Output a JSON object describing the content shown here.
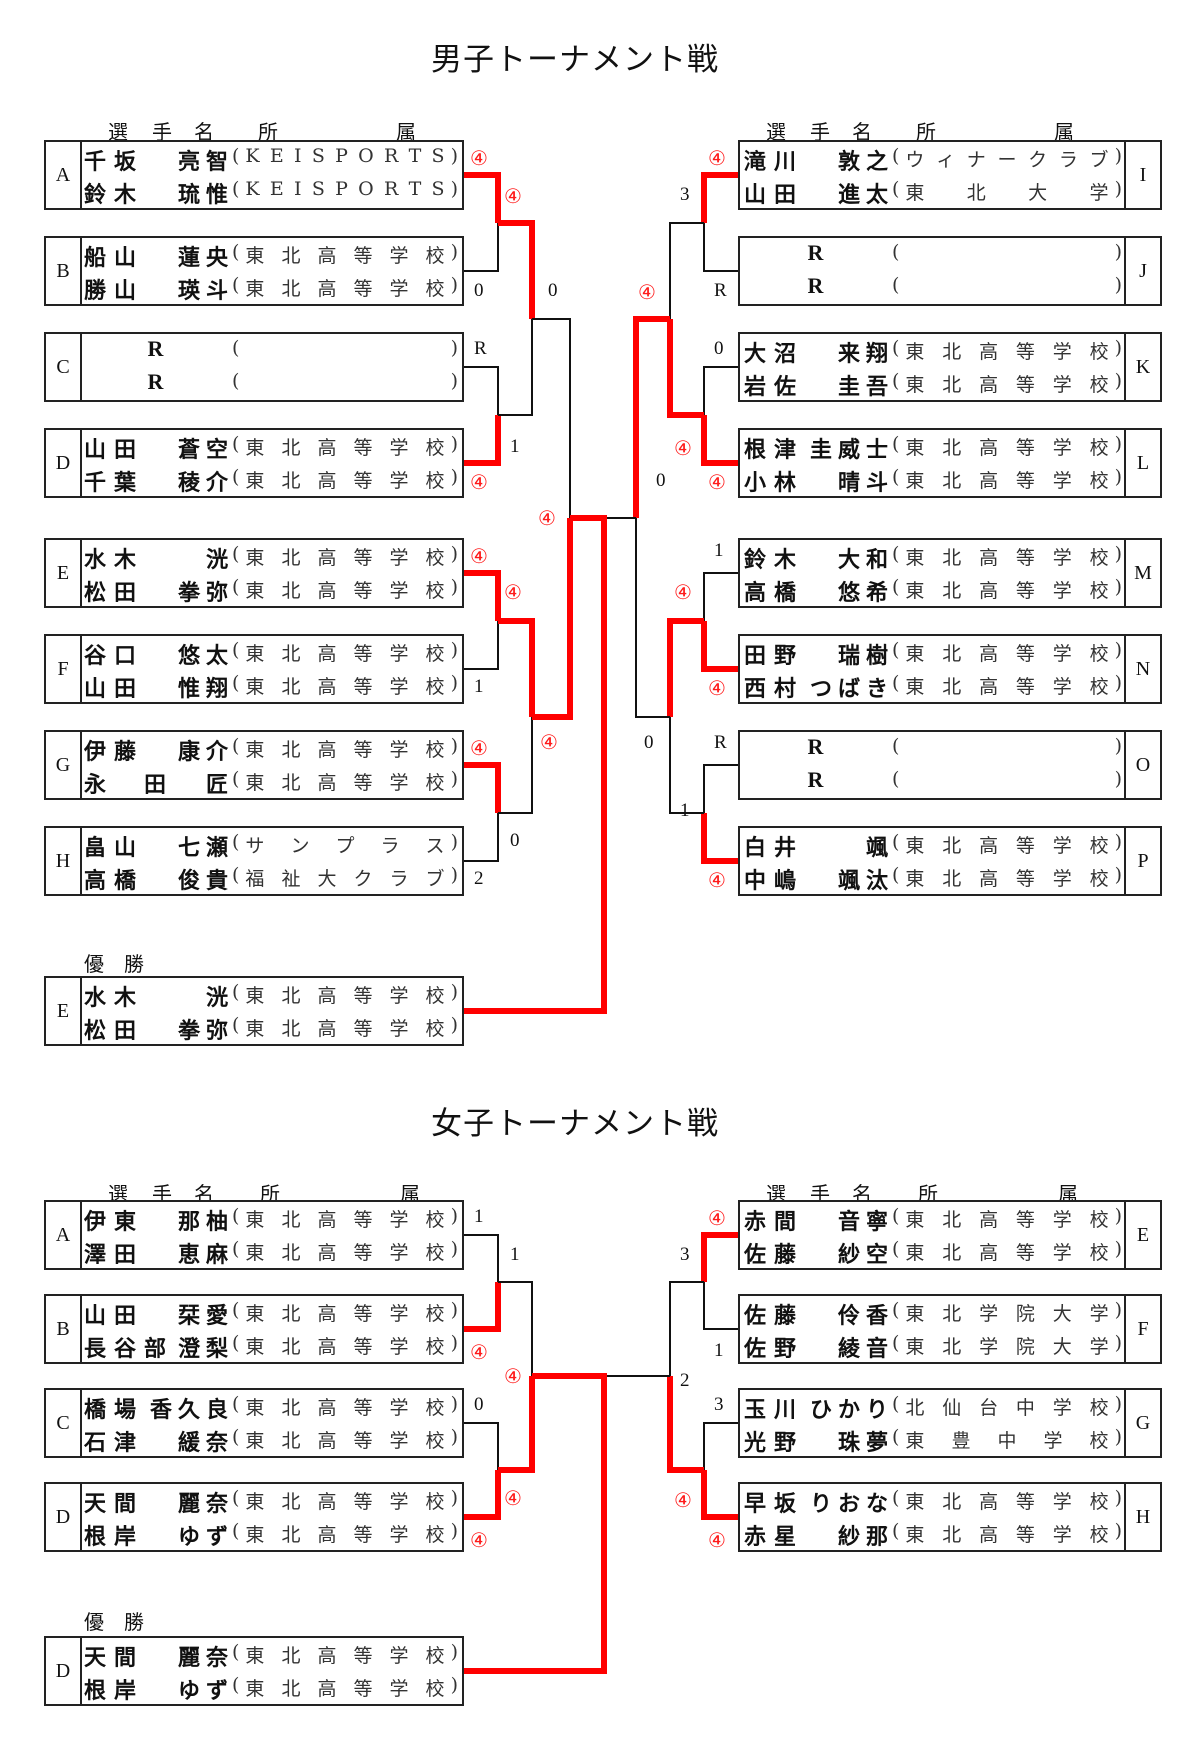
{
  "men": {
    "title": "男子トーナメント戦",
    "header": {
      "col1": "選",
      "col2": "手",
      "col3": "名",
      "col4": "所",
      "col5": "属"
    },
    "left": [
      {
        "seed": "A",
        "players": [
          [
            "千坂",
            "亮智",
            "KEISPORTS"
          ],
          [
            "鈴木",
            "琉惟",
            "KEISPORTS"
          ]
        ],
        "score": "④",
        "winner": true
      },
      {
        "seed": "B",
        "players": [
          [
            "船山",
            "蓮央",
            "東北高等学校"
          ],
          [
            "勝山",
            "瑛斗",
            "東北高等学校"
          ]
        ],
        "score": "0",
        "winner": false
      },
      {
        "seed": "C",
        "players": [
          [
            "R",
            "",
            ""
          ],
          [
            "R",
            "",
            ""
          ]
        ],
        "score": "R",
        "winner": false
      },
      {
        "seed": "D",
        "players": [
          [
            "山田",
            "蒼空",
            "東北高等学校"
          ],
          [
            "千葉",
            "稜介",
            "東北高等学校"
          ]
        ],
        "score": "④",
        "winner": true
      },
      {
        "seed": "E",
        "players": [
          [
            "水木",
            "洸",
            "東北高等学校"
          ],
          [
            "松田",
            "拳弥",
            "東北高等学校"
          ]
        ],
        "score": "④",
        "winner": true
      },
      {
        "seed": "F",
        "players": [
          [
            "谷口",
            "悠太",
            "東北高等学校"
          ],
          [
            "山田",
            "惟翔",
            "東北高等学校"
          ]
        ],
        "score": "1",
        "winner": false
      },
      {
        "seed": "G",
        "players": [
          [
            "伊藤",
            "康介",
            "東北高等学校"
          ],
          [
            "永　田",
            "匠",
            "東北高等学校"
          ]
        ],
        "score": "④",
        "winner": true
      },
      {
        "seed": "H",
        "players": [
          [
            "畠山",
            "七瀬",
            "サンプラス"
          ],
          [
            "高橋",
            "俊貴",
            "福祉大クラブ"
          ]
        ],
        "score": "2",
        "winner": false
      }
    ],
    "right": [
      {
        "seed": "I",
        "players": [
          [
            "滝川",
            "敦之",
            "ウィナークラブ"
          ],
          [
            "山田",
            "進太",
            "東北大学"
          ]
        ],
        "score": "④",
        "winner": true
      },
      {
        "seed": "J",
        "players": [
          [
            "R",
            "",
            ""
          ],
          [
            "R",
            "",
            ""
          ]
        ],
        "score": "R",
        "winner": false
      },
      {
        "seed": "K",
        "players": [
          [
            "大沼",
            "来翔",
            "東北高等学校"
          ],
          [
            "岩佐",
            "圭吾",
            "東北高等学校"
          ]
        ],
        "score": "0",
        "winner": false
      },
      {
        "seed": "L",
        "players": [
          [
            "根津",
            "圭威士",
            "東北高等学校"
          ],
          [
            "小林",
            "晴斗",
            "東北高等学校"
          ]
        ],
        "score": "④",
        "winner": true
      },
      {
        "seed": "M",
        "players": [
          [
            "鈴木",
            "大和",
            "東北高等学校"
          ],
          [
            "高橋",
            "悠希",
            "東北高等学校"
          ]
        ],
        "score": "1",
        "winner": false
      },
      {
        "seed": "N",
        "players": [
          [
            "田野",
            "瑞樹",
            "東北高等学校"
          ],
          [
            "西村",
            "つばき",
            "東北高等学校"
          ]
        ],
        "score": "④",
        "winner": true
      },
      {
        "seed": "O",
        "players": [
          [
            "R",
            "",
            ""
          ],
          [
            "R",
            "",
            ""
          ]
        ],
        "score": "R",
        "winner": false
      },
      {
        "seed": "P",
        "players": [
          [
            "白井",
            "颯",
            "東北高等学校"
          ],
          [
            "中嶋",
            "颯汰",
            "東北高等学校"
          ]
        ],
        "score": "④",
        "winner": true
      }
    ],
    "round2_scores": {
      "left": [
        "④",
        "1",
        "④",
        "0"
      ],
      "right": [
        "3",
        "④",
        "④",
        "1"
      ]
    },
    "round3_scores": {
      "left": [
        "0",
        "④"
      ],
      "right": [
        "④",
        "0"
      ]
    },
    "final_score": "④",
    "champion_label": "優　勝",
    "champion": {
      "seed": "E",
      "players": [
        [
          "水木",
          "洸",
          "東北高等学校"
        ],
        [
          "松田",
          "拳弥",
          "東北高等学校"
        ]
      ]
    }
  },
  "women": {
    "title": "女子トーナメント戦",
    "header": {
      "col1": "選",
      "col2": "手",
      "col3": "名",
      "col4": "所",
      "col5": "属"
    },
    "left": [
      {
        "seed": "A",
        "players": [
          [
            "伊東",
            "那柚",
            "東北高等学校"
          ],
          [
            "澤田",
            "恵麻",
            "東北高等学校"
          ]
        ],
        "score": "1",
        "winner": false
      },
      {
        "seed": "B",
        "players": [
          [
            "山田",
            "栞愛",
            "東北高等学校"
          ],
          [
            "長谷部",
            "澄梨",
            "東北高等学校"
          ]
        ],
        "score": "④",
        "winner": true
      },
      {
        "seed": "C",
        "players": [
          [
            "橋場",
            "香久良",
            "東北高等学校"
          ],
          [
            "石津",
            "緩奈",
            "東北高等学校"
          ]
        ],
        "score": "0",
        "winner": false
      },
      {
        "seed": "D",
        "players": [
          [
            "天間",
            "麗奈",
            "東北高等学校"
          ],
          [
            "根岸",
            "ゆず",
            "東北高等学校"
          ]
        ],
        "score": "④",
        "winner": true
      }
    ],
    "right": [
      {
        "seed": "E",
        "players": [
          [
            "赤間",
            "音寧",
            "東北高等学校"
          ],
          [
            "佐藤",
            "紗空",
            "東北高等学校"
          ]
        ],
        "score": "④",
        "winner": true
      },
      {
        "seed": "F",
        "players": [
          [
            "佐藤",
            "伶香",
            "東北学院大学"
          ],
          [
            "佐野",
            "綾音",
            "東北学院大学"
          ]
        ],
        "score": "1",
        "winner": false
      },
      {
        "seed": "G",
        "players": [
          [
            "玉川",
            "ひかり",
            "北仙台中学校"
          ],
          [
            "光野",
            "珠夢",
            "東豊中学校"
          ]
        ],
        "score": "3",
        "winner": false
      },
      {
        "seed": "H",
        "players": [
          [
            "早坂",
            "りおな",
            "東北高等学校"
          ],
          [
            "赤星",
            "紗那",
            "東北高等学校"
          ]
        ],
        "score": "④",
        "winner": true
      }
    ],
    "round2_scores": {
      "left": [
        "1",
        "④"
      ],
      "right": [
        "3",
        "2"
      ]
    },
    "final_score_left": "④",
    "champion_label": "優　勝",
    "champion": {
      "seed": "D",
      "players": [
        [
          "天間",
          "麗奈",
          "東北高等学校"
        ],
        [
          "根岸",
          "ゆず",
          "東北高等学校"
        ]
      ]
    }
  },
  "colors": {
    "winner_line": "#ff0000",
    "line": "#111111",
    "border": "#222222"
  }
}
